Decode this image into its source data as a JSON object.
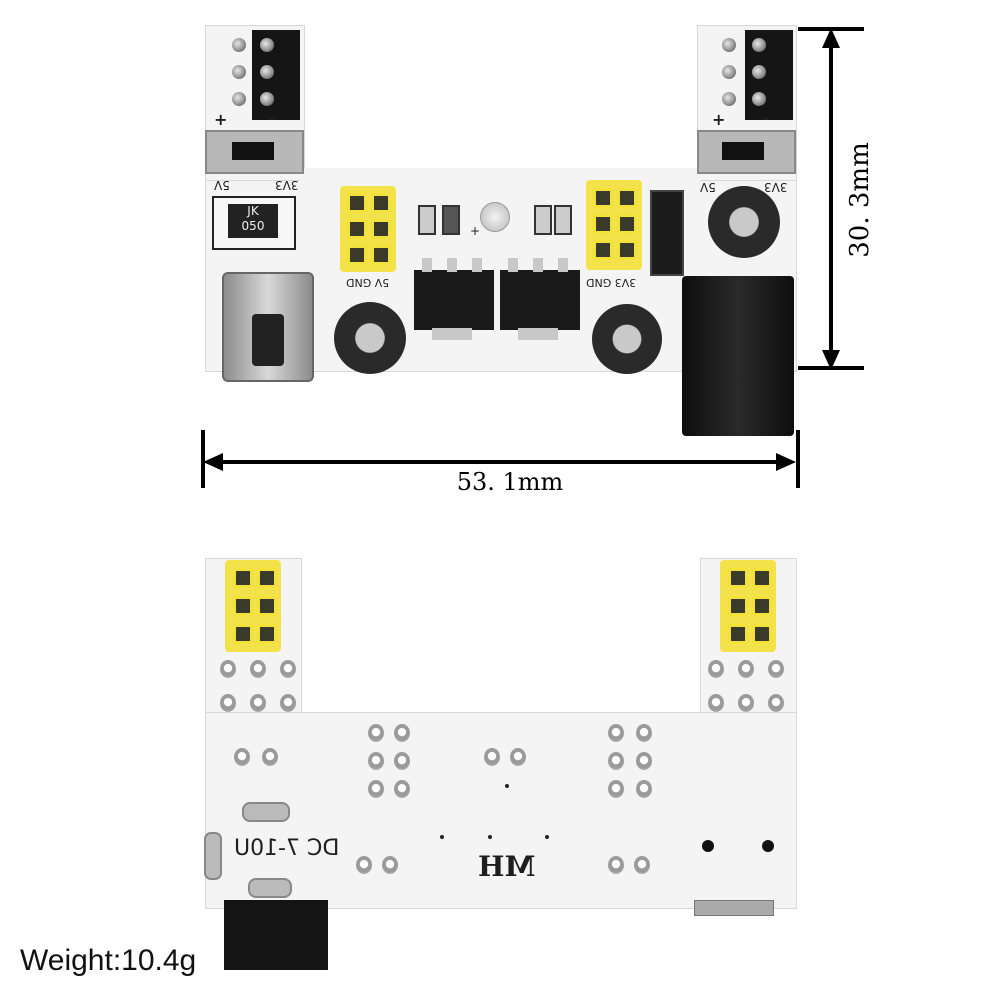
{
  "dimensions": {
    "height_label": "30. 3mm",
    "width_label": "53. 1mm"
  },
  "top_silkscreen": {
    "left_plus": "+",
    "left_minus": "-",
    "left_5v": "5V",
    "left_3v3": "3V3",
    "right_plus": "+",
    "right_minus": "-",
    "right_5v": "5V",
    "right_3v3": "3V3",
    "fuse_line1": "JK",
    "fuse_line2": "050",
    "header_left_label": "5V  GND",
    "header_right_label": "3V3  GND",
    "led_plus": "+"
  },
  "bottom_silkscreen": {
    "dc_label": "DC 7-10U",
    "brand": "MH"
  },
  "caption": {
    "weight": "Weight:10.4g"
  }
}
